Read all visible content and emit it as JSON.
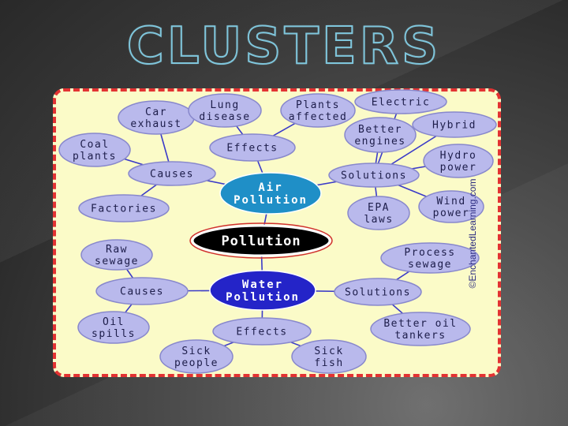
{
  "slide": {
    "title": "CLUSTERS"
  },
  "credit": "©EnchantedLearning.com",
  "colors": {
    "node_fill": "#b9b9ec",
    "hub_fill": "#1f8fc7",
    "root_fill": "#000000",
    "edge": "#3b3bc8",
    "border_dash": "#e23232",
    "background": "#fbfbc8"
  },
  "nodes": [
    {
      "id": "pollution",
      "lines": [
        "Pollution"
      ],
      "kind": "root"
    },
    {
      "id": "air",
      "lines": [
        "Air",
        "Pollution"
      ],
      "kind": "hub"
    },
    {
      "id": "water",
      "lines": [
        "Water",
        "Pollution"
      ],
      "kind": "hub-dark"
    },
    {
      "id": "air-causes",
      "lines": [
        "Causes"
      ],
      "kind": "leaf"
    },
    {
      "id": "air-effects",
      "lines": [
        "Effects"
      ],
      "kind": "leaf"
    },
    {
      "id": "air-solutions",
      "lines": [
        "Solutions"
      ],
      "kind": "leaf"
    },
    {
      "id": "car-exhaust",
      "lines": [
        "Car",
        "exhaust"
      ],
      "kind": "leaf"
    },
    {
      "id": "coal-plants",
      "lines": [
        "Coal",
        "plants"
      ],
      "kind": "leaf"
    },
    {
      "id": "factories",
      "lines": [
        "Factories"
      ],
      "kind": "leaf"
    },
    {
      "id": "lung-disease",
      "lines": [
        "Lung",
        "disease"
      ],
      "kind": "leaf"
    },
    {
      "id": "plants-affected",
      "lines": [
        "Plants",
        "affected"
      ],
      "kind": "leaf"
    },
    {
      "id": "electric",
      "lines": [
        "Electric"
      ],
      "kind": "leaf"
    },
    {
      "id": "better-engines",
      "lines": [
        "Better",
        "engines"
      ],
      "kind": "leaf"
    },
    {
      "id": "hybrid",
      "lines": [
        "Hybrid"
      ],
      "kind": "leaf"
    },
    {
      "id": "hydro-power",
      "lines": [
        "Hydro",
        "power"
      ],
      "kind": "leaf"
    },
    {
      "id": "wind-power",
      "lines": [
        "Wind",
        "power"
      ],
      "kind": "leaf"
    },
    {
      "id": "epa-laws",
      "lines": [
        "EPA",
        "laws"
      ],
      "kind": "leaf"
    },
    {
      "id": "water-causes",
      "lines": [
        "Causes"
      ],
      "kind": "leaf"
    },
    {
      "id": "raw-sewage",
      "lines": [
        "Raw",
        "sewage"
      ],
      "kind": "leaf"
    },
    {
      "id": "oil-spills",
      "lines": [
        "Oil",
        "spills"
      ],
      "kind": "leaf"
    },
    {
      "id": "water-effects",
      "lines": [
        "Effects"
      ],
      "kind": "leaf"
    },
    {
      "id": "sick-people",
      "lines": [
        "Sick",
        "people"
      ],
      "kind": "leaf"
    },
    {
      "id": "sick-fish",
      "lines": [
        "Sick",
        "fish"
      ],
      "kind": "leaf"
    },
    {
      "id": "water-solutions",
      "lines": [
        "Solutions"
      ],
      "kind": "leaf"
    },
    {
      "id": "process-sewage",
      "lines": [
        "Process",
        "sewage"
      ],
      "kind": "leaf"
    },
    {
      "id": "better-oil-tankers",
      "lines": [
        "Better oil",
        "tankers"
      ],
      "kind": "leaf"
    }
  ],
  "edges": [
    [
      "pollution",
      "air"
    ],
    [
      "pollution",
      "water"
    ],
    [
      "air",
      "air-causes"
    ],
    [
      "air",
      "air-effects"
    ],
    [
      "air",
      "air-solutions"
    ],
    [
      "air-causes",
      "car-exhaust"
    ],
    [
      "air-causes",
      "coal-plants"
    ],
    [
      "air-causes",
      "factories"
    ],
    [
      "air-effects",
      "lung-disease"
    ],
    [
      "air-effects",
      "plants-affected"
    ],
    [
      "air-solutions",
      "electric"
    ],
    [
      "air-solutions",
      "better-engines"
    ],
    [
      "air-solutions",
      "hybrid"
    ],
    [
      "air-solutions",
      "hydro-power"
    ],
    [
      "air-solutions",
      "wind-power"
    ],
    [
      "air-solutions",
      "epa-laws"
    ],
    [
      "water",
      "water-causes"
    ],
    [
      "water",
      "water-effects"
    ],
    [
      "water",
      "water-solutions"
    ],
    [
      "water-causes",
      "raw-sewage"
    ],
    [
      "water-causes",
      "oil-spills"
    ],
    [
      "water-effects",
      "sick-people"
    ],
    [
      "water-effects",
      "sick-fish"
    ],
    [
      "water-solutions",
      "process-sewage"
    ],
    [
      "water-solutions",
      "better-oil-tankers"
    ]
  ]
}
